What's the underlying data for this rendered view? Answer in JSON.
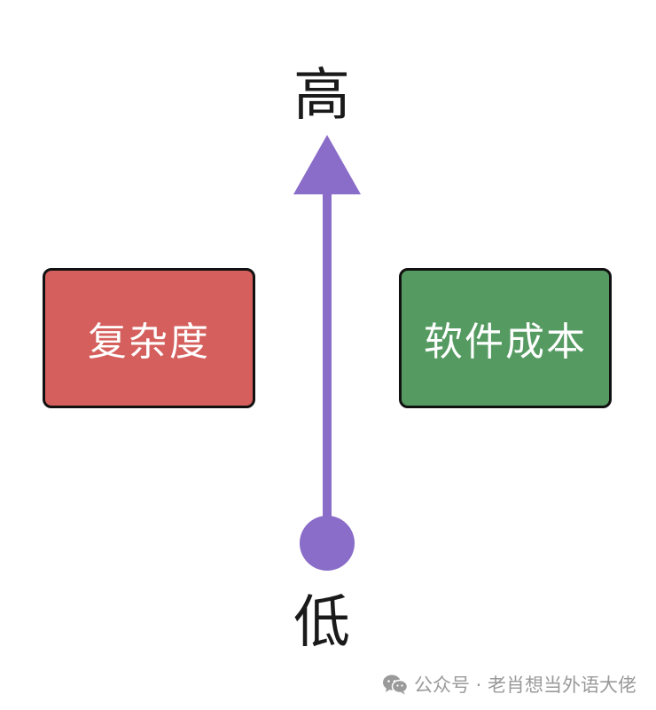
{
  "axis": {
    "top_label": "高",
    "bottom_label": "低",
    "color": "#8a6cc9"
  },
  "boxes": [
    {
      "label": "复杂度",
      "color": "#d45f5c"
    },
    {
      "label": "软件成本",
      "color": "#559a61"
    }
  ],
  "watermark": {
    "icon": "wechat-icon",
    "text": "公众号 · 老肖想当外语大佬"
  }
}
